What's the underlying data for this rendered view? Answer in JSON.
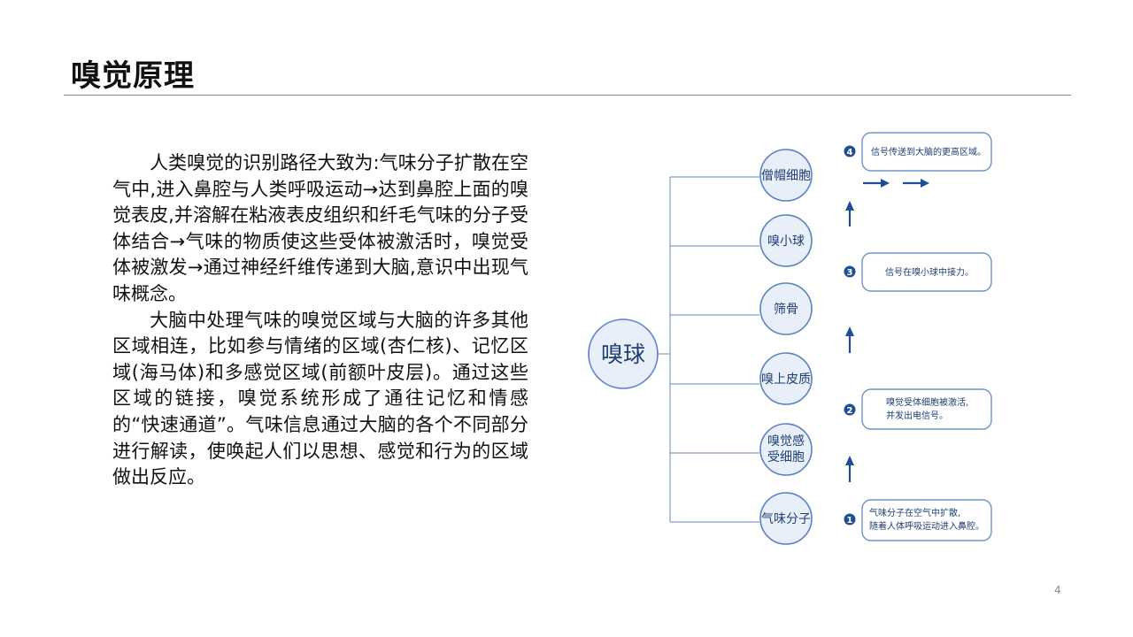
{
  "slide": {
    "title": "嗅觉原理",
    "page_number": "4"
  },
  "body": {
    "paragraphs": [
      "人类嗅觉的识别路径大致为:气味分子扩散在空气中,进入鼻腔与人类呼吸运动→达到鼻腔上面的嗅觉表皮,并溶解在粘液表皮组织和纤毛气味的分子受体结合→气味的物质使这些受体被激活时，嗅觉受体被激发→通过神经纤维传递到大脑,意识中出现气味概念。",
      "大脑中处理气味的嗅觉区域与大脑的许多其他区域相连，比如参与情绪的区域(杏仁核)、记忆区域(海马体)和多感觉区域(前额叶皮层)。通过这些区域的链接，嗅觉系统形成了通往记忆和情感的“快速通道”。气味信息通过大脑的各个不同部分进行解读，使唤起人们以思想、感觉和行为的区域做出反应。"
    ]
  },
  "diagram": {
    "main_node": "嗅球",
    "nodes": [
      {
        "lines": [
          "僧帽细胞"
        ]
      },
      {
        "lines": [
          "嗅小球"
        ]
      },
      {
        "lines": [
          "筛骨"
        ]
      },
      {
        "lines": [
          "嗅上皮质"
        ]
      },
      {
        "lines": [
          "嗅觉感",
          "受细胞"
        ]
      },
      {
        "lines": [
          "气味分子"
        ]
      }
    ],
    "steps": [
      {
        "badge": "4",
        "lines": [
          "信号传送到大脑的更高区域。"
        ]
      },
      {
        "badge": "3",
        "lines": [
          "信号在嗅小球中接力。"
        ]
      },
      {
        "badge": "2",
        "lines": [
          "嗅觉受体细胞被激活,",
          "并发出电信号。"
        ]
      },
      {
        "badge": "1",
        "lines": [
          "气味分子在空气中扩散,",
          "随着人体呼吸运动进入鼻腔。"
        ]
      }
    ],
    "colors": {
      "node_fill": "#e9eff8",
      "node_stroke": "#5b83bf",
      "arrow": "#1f4e96",
      "text": "#1f3f75"
    }
  }
}
